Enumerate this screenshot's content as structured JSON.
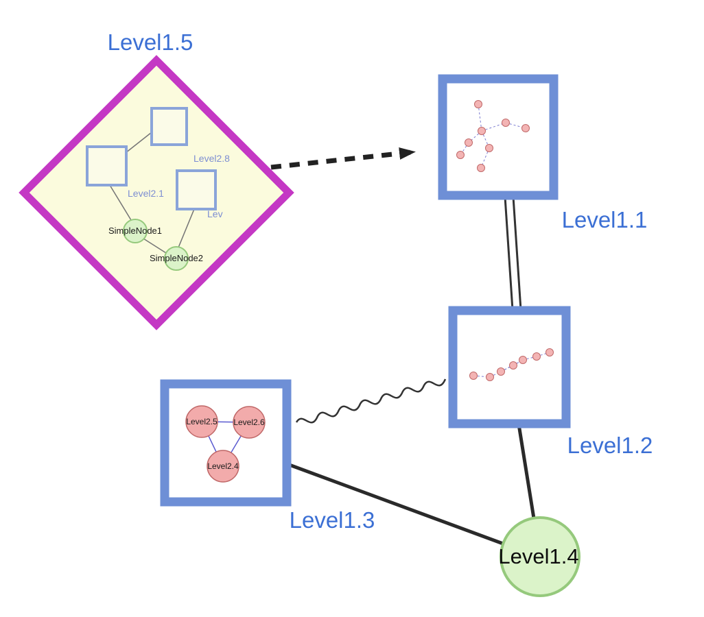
{
  "graph": {
    "top_level_nodes": [
      {
        "id": "level1_5",
        "label": "Level1.5",
        "shape": "diamond",
        "border_color": "#c438c4",
        "fill": "#fbfbdd"
      },
      {
        "id": "level1_1",
        "label": "Level1.1",
        "shape": "square",
        "border_color": "#6e8fd6",
        "fill": "#ffffff"
      },
      {
        "id": "level1_2",
        "label": "Level1.2",
        "shape": "square",
        "border_color": "#6e8fd6",
        "fill": "#ffffff"
      },
      {
        "id": "level1_3",
        "label": "Level1.3",
        "shape": "square",
        "border_color": "#6e8fd6",
        "fill": "#ffffff"
      },
      {
        "id": "level1_4",
        "label": "Level1.4",
        "shape": "circle",
        "border_color": "#95c97c",
        "fill": "#dbf3c9"
      }
    ],
    "edges": [
      {
        "from": "Level1.5",
        "to": "Level1.1",
        "style": "thick-dashed-arrow"
      },
      {
        "from": "Level1.1",
        "to": "Level1.2",
        "style": "double-line"
      },
      {
        "from": "Level1.3",
        "to": "Level1.2",
        "style": "wavy-line"
      },
      {
        "from": "Level1.3",
        "to": "Level1.4",
        "style": "solid-line"
      },
      {
        "from": "Level1.2",
        "to": "Level1.4",
        "style": "solid-line"
      }
    ],
    "level1_5_contents": {
      "squares": [
        {
          "label": "Level2.8"
        },
        {
          "label": "Level2.1"
        },
        {
          "label": "Lev"
        }
      ],
      "circles": [
        {
          "label": "SimpleNode1"
        },
        {
          "label": "SimpleNode2"
        }
      ]
    },
    "level1_3_contents": {
      "circles": [
        {
          "label": "Level2.5"
        },
        {
          "label": "Level2.6"
        },
        {
          "label": "Level2.4"
        }
      ]
    },
    "colors": {
      "diamond_border": "#c438c4",
      "diamond_fill": "#fbfbdd",
      "square_border": "#6e8fd6",
      "inner_square_border": "#8aa4d9",
      "green_node_fill": "#dbf3c9",
      "green_node_border": "#95c97c",
      "pink_node_fill": "#f2abab",
      "pink_node_border": "#c06868",
      "label_blue": "#3b6fd4",
      "edge_black": "#2a2a2a",
      "mini_edge_blue": "#7b7bd0"
    }
  }
}
